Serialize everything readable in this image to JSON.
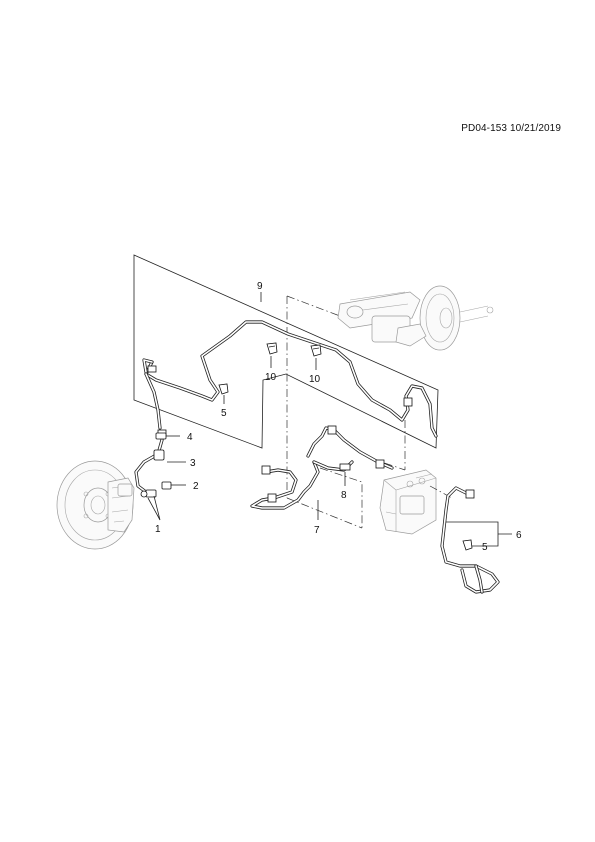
{
  "header": {
    "code": "PD04-153 10/21/2019"
  },
  "callouts": {
    "c1": "1",
    "c2": "2",
    "c3": "3",
    "c4": "4",
    "c5a": "5",
    "c5b": "5",
    "c6": "6",
    "c7": "7",
    "c8": "8",
    "c9": "9",
    "c10a": "10",
    "c10b": "10"
  }
}
